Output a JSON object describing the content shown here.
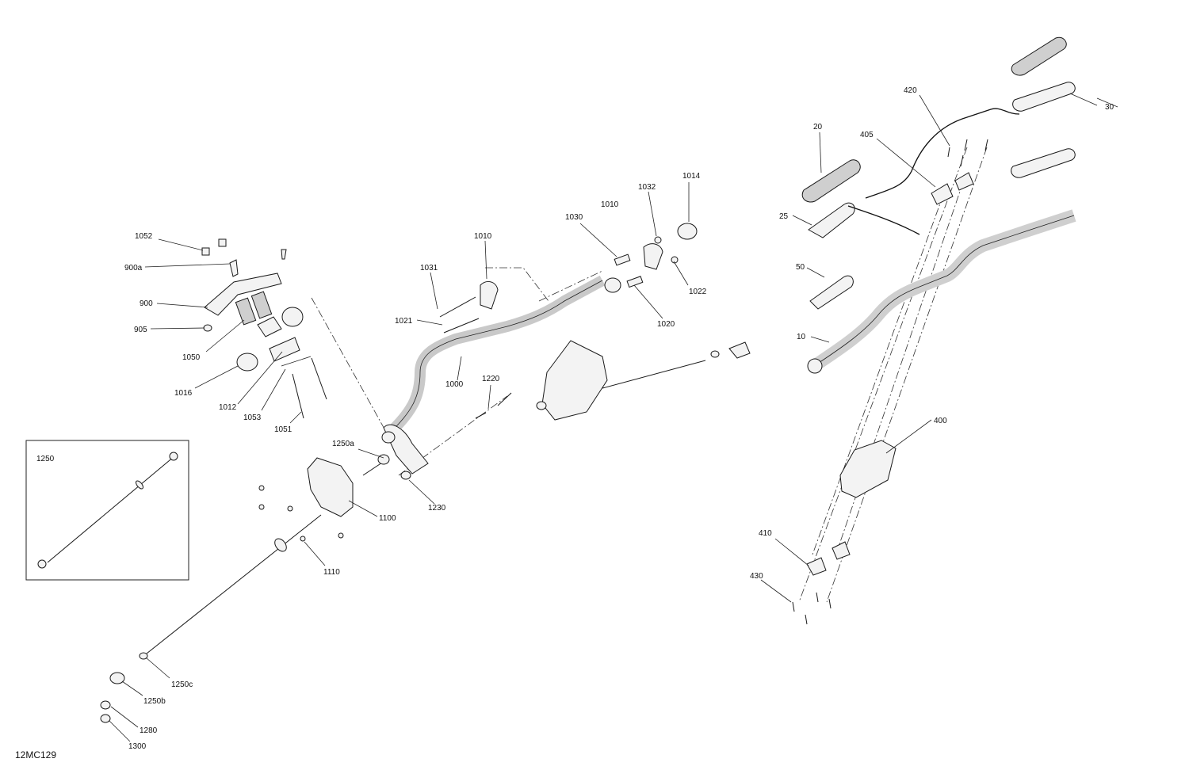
{
  "figure_id": "12MC129",
  "inset": {
    "label": "1250"
  },
  "callouts": {
    "c10": "10",
    "c20": "20",
    "c25": "25",
    "c30": "30",
    "c50": "50",
    "c400": "400",
    "c405": "405",
    "c410": "410",
    "c420": "420",
    "c430": "430",
    "c900": "900",
    "c900a": "900a",
    "c905": "905",
    "c1000": "1000",
    "c1010": "1010",
    "c1012": "1012",
    "c1014": "1014",
    "c1016": "1016",
    "c1020": "1020",
    "c1021": "1021",
    "c1022": "1022",
    "c1030": "1030",
    "c1031": "1031",
    "c1032": "1032",
    "c1050": "1050",
    "c1051": "1051",
    "c1052": "1052",
    "c1053": "1053",
    "c1100": "1100",
    "c1110": "1110",
    "c1220": "1220",
    "c1230": "1230",
    "c1250a": "1250a",
    "c1250b": "1250b",
    "c1250c": "1250c",
    "c1280": "1280",
    "c1300": "1300"
  }
}
